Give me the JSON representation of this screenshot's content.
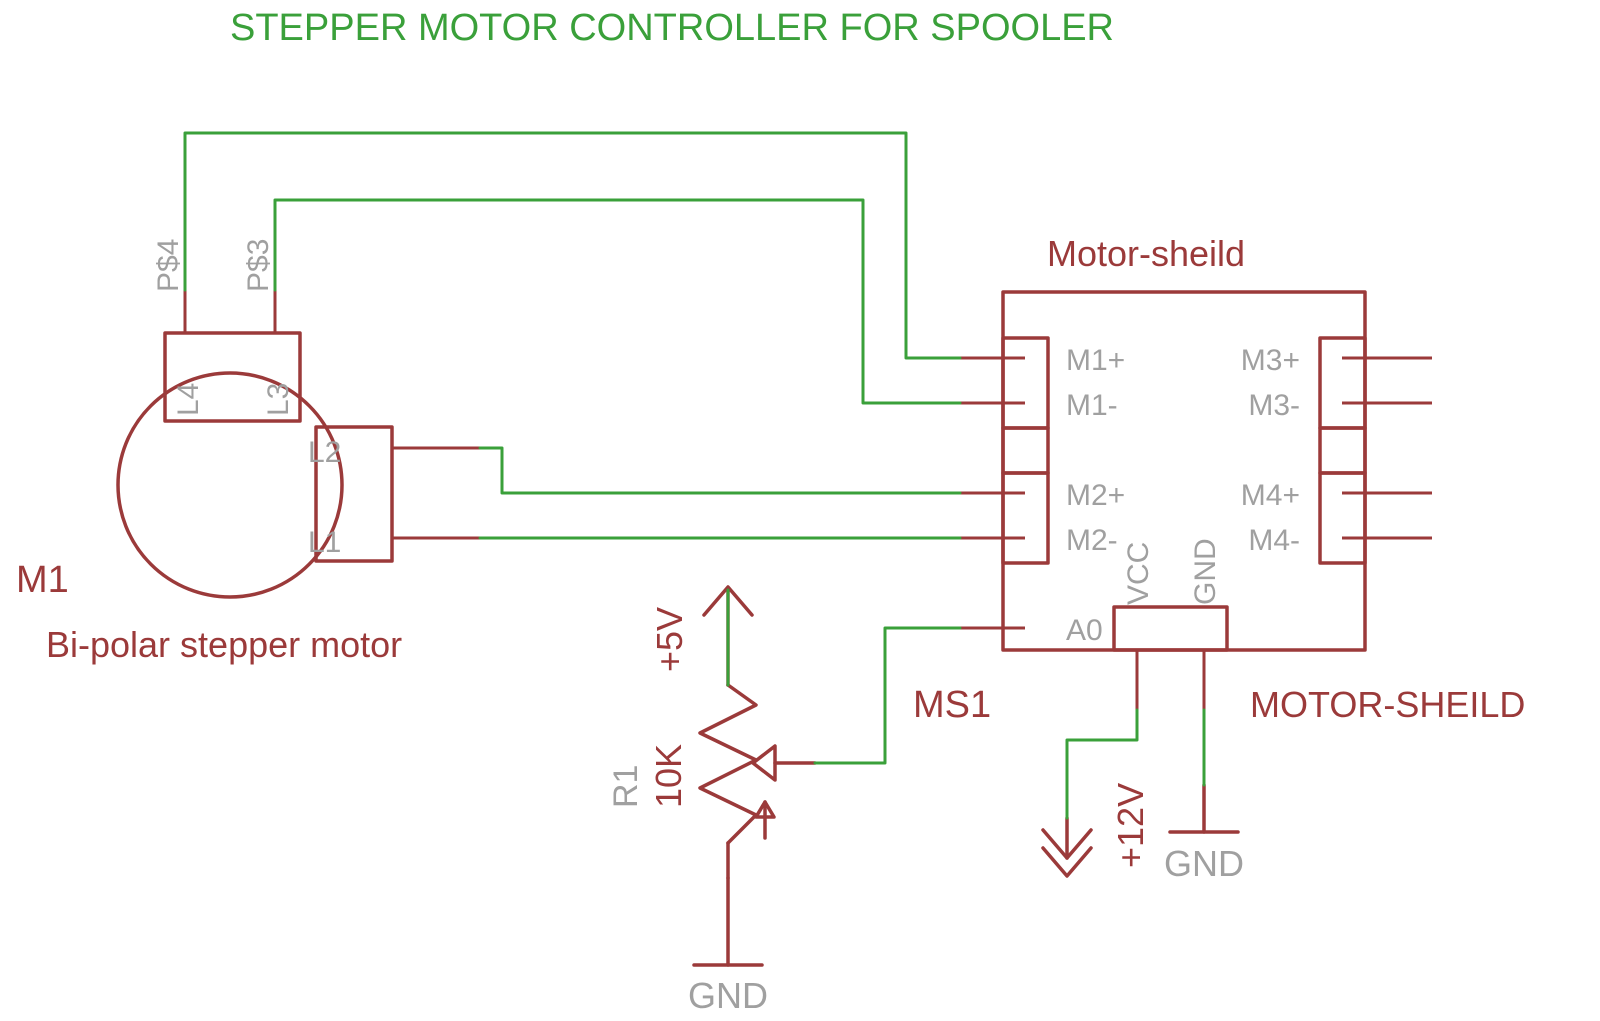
{
  "title": "STEPPER MOTOR CONTROLLER FOR SPOOLER",
  "colors": {
    "symbol": "#9b3a3a",
    "wire": "#3aa03a",
    "label": "#a0a0a0",
    "title": "#3aa03a",
    "background": "#ffffff"
  },
  "motor": {
    "name": "M1",
    "value": "Bi-polar stepper motor",
    "pads": {
      "p4": "P$4",
      "p3": "P$3"
    },
    "coils": {
      "l4": "L4",
      "l3": "L3",
      "l2": "L2",
      "l1": "L1"
    }
  },
  "shield": {
    "value": "Motor-sheild",
    "name": "MS1",
    "package": "MOTOR-SHEILD",
    "pins_left": {
      "m1p": "M1+",
      "m1m": "M1-",
      "m2p": "M2+",
      "m2m": "M2-",
      "a0": "A0"
    },
    "pins_right": {
      "m3p": "M3+",
      "m3m": "M3-",
      "m4p": "M4+",
      "m4m": "M4-"
    },
    "power_pins": {
      "vcc": "VCC",
      "gnd": "GND"
    }
  },
  "resistor": {
    "name": "R1",
    "value": "10K"
  },
  "supplies": {
    "plus5": "+5V",
    "plus12": "+12V",
    "gnd_shield": "GND",
    "gnd_pot": "GND"
  }
}
